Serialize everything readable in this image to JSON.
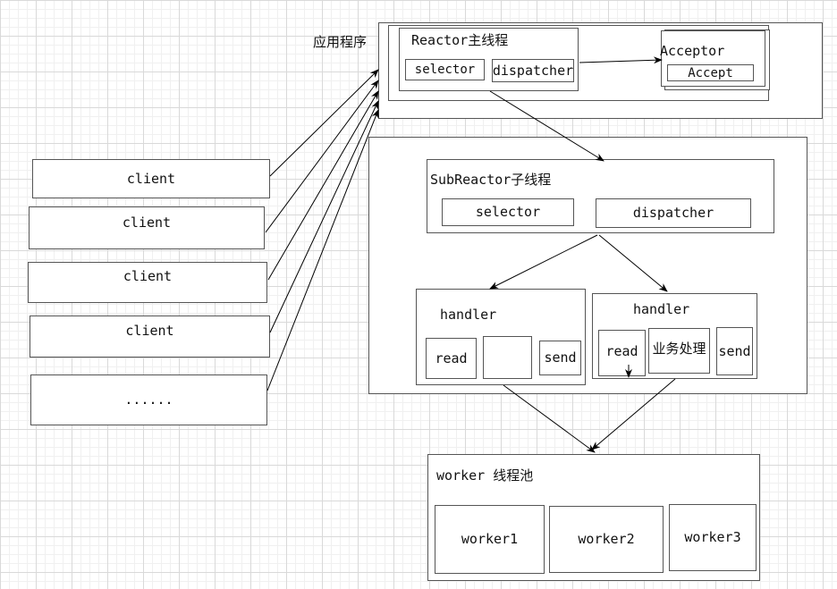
{
  "app_label": "应用程序",
  "reactor": {
    "title": "Reactor主线程",
    "selector": "selector",
    "dispatcher": "dispatcher"
  },
  "acceptor": {
    "title": "Acceptor",
    "accept": "Accept"
  },
  "clients": [
    "client",
    "client",
    "client",
    "client",
    "......"
  ],
  "subreactor": {
    "title": "SubReactor子线程",
    "selector": "selector",
    "dispatcher": "dispatcher"
  },
  "handler1": {
    "title": "handler",
    "read": "read",
    "empty": "",
    "send": "send"
  },
  "handler2": {
    "title": "handler",
    "read": "read",
    "process": "业务处理",
    "send": "send"
  },
  "workers": {
    "title": "worker 线程池",
    "items": [
      "worker1",
      "worker2",
      "worker3"
    ]
  }
}
